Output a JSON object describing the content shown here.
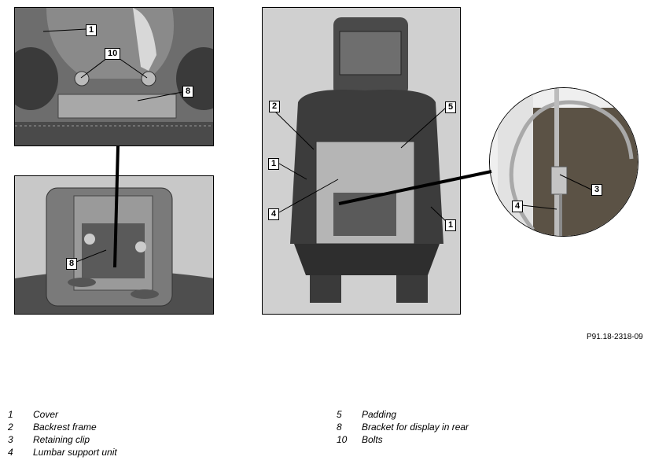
{
  "callouts": {
    "top_left": [
      "1",
      "10",
      "8"
    ],
    "bottom_left": [
      "8"
    ],
    "center": [
      "2",
      "5",
      "1",
      "4",
      "1"
    ],
    "circle": [
      "3",
      "4"
    ]
  },
  "reference_code": "P91.18-2318-09",
  "legend": {
    "left": [
      {
        "num": "1",
        "text": "Cover"
      },
      {
        "num": "2",
        "text": "Backrest frame"
      },
      {
        "num": "3",
        "text": "Retaining clip"
      },
      {
        "num": "4",
        "text": "Lumbar support unit"
      }
    ],
    "right": [
      {
        "num": "5",
        "text": "Padding"
      },
      {
        "num": "8",
        "text": "Bracket for display in rear"
      },
      {
        "num": "10",
        "text": "Bolts"
      }
    ]
  }
}
